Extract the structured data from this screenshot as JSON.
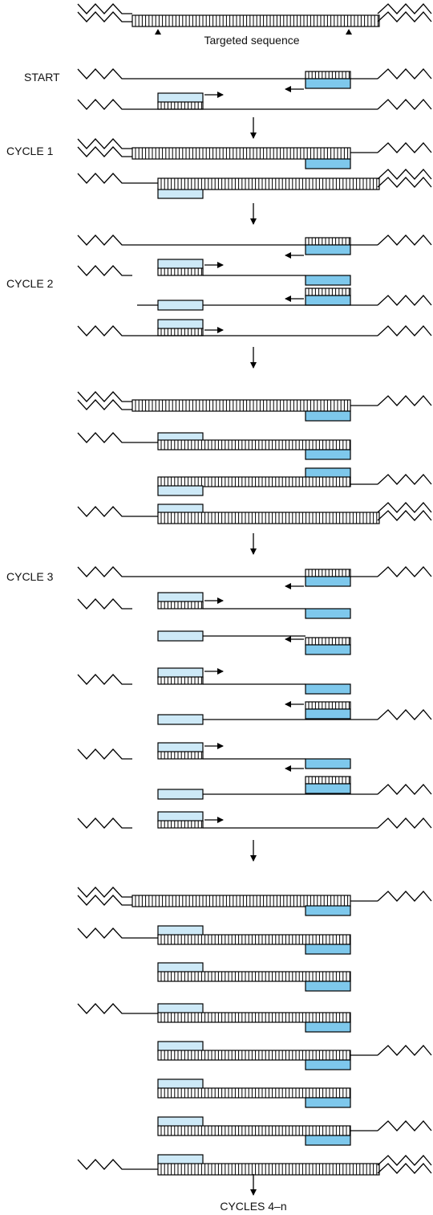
{
  "labels": {
    "targeted": "Targeted sequence",
    "start": "START",
    "cycle1": "CYCLE 1",
    "cycle2": "CYCLE 2",
    "cycle3": "CYCLE 3",
    "cycles4n": "CYCLES 4–n"
  },
  "colors": {
    "primer_forward": "#cde9f7",
    "primer_reverse": "#7ec8ec",
    "stroke": "#000000"
  },
  "icons": {
    "strand_end": "zigzag-icon",
    "primer_extension": "arrow-icon",
    "flow": "down-arrow-icon",
    "site_marker": "triangle-marker-icon"
  }
}
